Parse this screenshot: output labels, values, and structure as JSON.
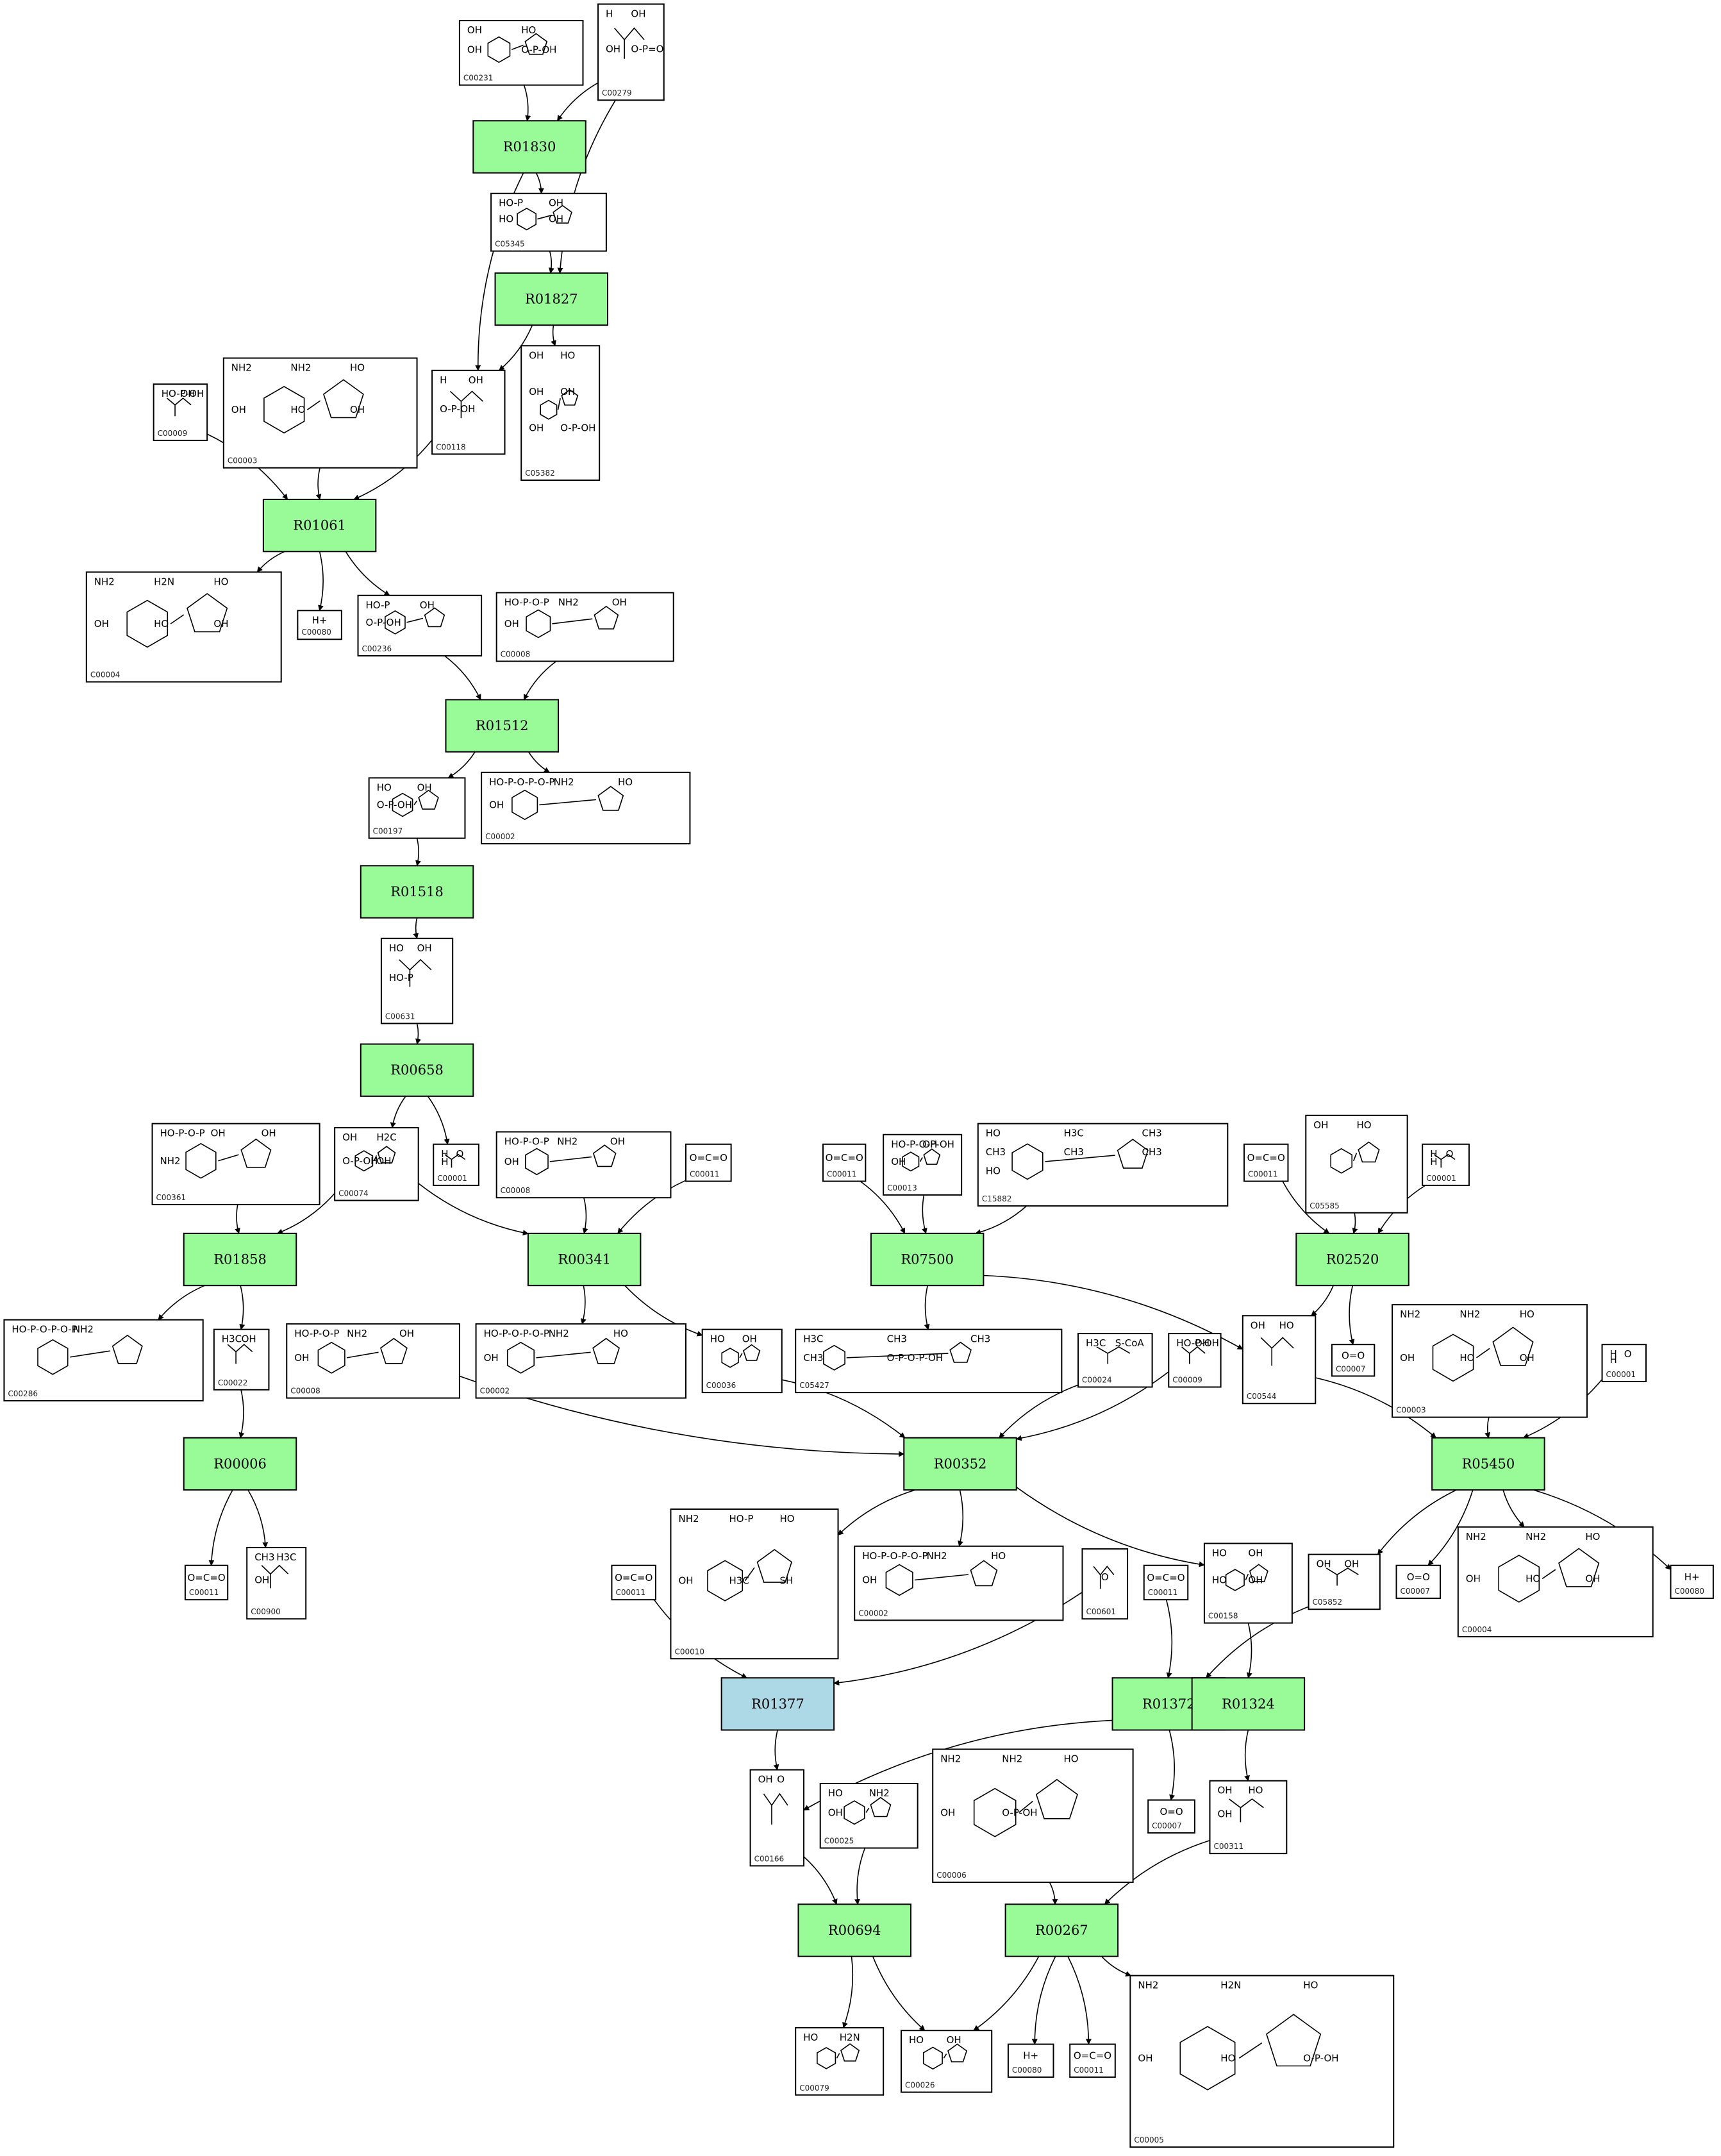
{
  "colors": {
    "reaction": "#98fb98",
    "reaction_highlight": "#add8e6",
    "line": "#000000",
    "background": "#ffffff"
  },
  "reactions": [
    {
      "id": "R01830",
      "label": "R01830",
      "highlight": false
    },
    {
      "id": "R01827",
      "label": "R01827",
      "highlight": false
    },
    {
      "id": "R01061",
      "label": "R01061",
      "highlight": false
    },
    {
      "id": "R01512",
      "label": "R01512",
      "highlight": false
    },
    {
      "id": "R01518",
      "label": "R01518",
      "highlight": false
    },
    {
      "id": "R00658",
      "label": "R00658",
      "highlight": false
    },
    {
      "id": "R01858",
      "label": "R01858",
      "highlight": false
    },
    {
      "id": "R00341",
      "label": "R00341",
      "highlight": false
    },
    {
      "id": "R07500",
      "label": "R07500",
      "highlight": false
    },
    {
      "id": "R02520",
      "label": "R02520",
      "highlight": false
    },
    {
      "id": "R00006",
      "label": "R00006",
      "highlight": false
    },
    {
      "id": "R00352",
      "label": "R00352",
      "highlight": false
    },
    {
      "id": "R05450",
      "label": "R05450",
      "highlight": false
    },
    {
      "id": "R01377",
      "label": "R01377",
      "highlight": true
    },
    {
      "id": "R01372",
      "label": "R01372",
      "highlight": false
    },
    {
      "id": "R01324",
      "label": "R01324",
      "highlight": false
    },
    {
      "id": "R00694",
      "label": "R00694",
      "highlight": false
    },
    {
      "id": "R00267",
      "label": "R00267",
      "highlight": false
    }
  ],
  "compounds": [
    {
      "key": "c00231",
      "id": "C00231",
      "text": [
        "OH",
        "HO",
        "OH",
        "O-P-OH"
      ]
    },
    {
      "key": "c00279",
      "id": "C00279",
      "text": [
        "H",
        "OH",
        "OH",
        "O-P=O"
      ]
    },
    {
      "key": "c05345",
      "id": "C05345",
      "text": [
        "HO-P",
        "OH",
        "HO",
        "OH"
      ]
    },
    {
      "key": "c00118",
      "id": "C00118",
      "text": [
        "H",
        "OH",
        "O-P-OH"
      ]
    },
    {
      "key": "c05382",
      "id": "C05382",
      "text": [
        "OH",
        "HO",
        "OH",
        "OH",
        "OH",
        "O-P-OH"
      ]
    },
    {
      "key": "c00009a",
      "id": "C00009",
      "text": [
        "HO-P-OH",
        "OH"
      ]
    },
    {
      "key": "c00003a",
      "id": "C00003",
      "text": [
        "NH2",
        "NH2",
        "HO",
        "OH",
        "HO",
        "OH"
      ]
    },
    {
      "key": "c00004a",
      "id": "C00004",
      "text": [
        "NH2",
        "H2N",
        "HO",
        "OH",
        "HO",
        "OH"
      ]
    },
    {
      "key": "c00080a",
      "id": "C00080",
      "text": [
        "H+"
      ]
    },
    {
      "key": "c00236",
      "id": "C00236",
      "text": [
        "HO-P",
        "OH",
        "O-P-OH"
      ]
    },
    {
      "key": "c00008a",
      "id": "C00008",
      "text": [
        "HO-P-O-P",
        "NH2",
        "OH",
        "OH"
      ]
    },
    {
      "key": "c00197",
      "id": "C00197",
      "text": [
        "HO",
        "OH",
        "O-P-OH"
      ]
    },
    {
      "key": "c00002a",
      "id": "C00002",
      "text": [
        "HO-P-O-P-O-P",
        "NH2",
        "HO",
        "OH"
      ]
    },
    {
      "key": "c00631",
      "id": "C00631",
      "text": [
        "HO",
        "OH",
        "HO-P"
      ]
    },
    {
      "key": "c00361",
      "id": "C00361",
      "text": [
        "HO-P-O-P",
        "OH",
        "OH",
        "NH2"
      ]
    },
    {
      "key": "c00074",
      "id": "C00074",
      "text": [
        "OH",
        "H2C",
        "O-P-OH",
        "OH"
      ]
    },
    {
      "key": "c00001a",
      "id": "C00001",
      "text": [
        "H",
        "O",
        "H"
      ]
    },
    {
      "key": "c00008b",
      "id": "C00008",
      "text": [
        "HO-P-O-P",
        "NH2",
        "OH",
        "OH"
      ]
    },
    {
      "key": "c00011a",
      "id": "C00011",
      "text": [
        "O=C=O"
      ]
    },
    {
      "key": "c00011b",
      "id": "C00011",
      "text": [
        "O=C=O"
      ]
    },
    {
      "key": "c00013",
      "id": "C00013",
      "text": [
        "HO-P-O-P-OH",
        "OH",
        "OH"
      ]
    },
    {
      "key": "c15882",
      "id": "C15882",
      "text": [
        "HO",
        "H3C",
        "CH3",
        "CH3",
        "CH3",
        "CH3",
        "HO"
      ]
    },
    {
      "key": "c00011c",
      "id": "C00011",
      "text": [
        "O=C=O"
      ]
    },
    {
      "key": "c05585",
      "id": "C05585",
      "text": [
        "OH",
        "HO"
      ]
    },
    {
      "key": "c00001b",
      "id": "C00001",
      "text": [
        "H",
        "O",
        "H"
      ]
    },
    {
      "key": "c00286",
      "id": "C00286",
      "text": [
        "HO-P-O-P-O-P",
        "NH2"
      ]
    },
    {
      "key": "c00022",
      "id": "C00022",
      "text": [
        "H3C",
        "OH"
      ]
    },
    {
      "key": "c00008c",
      "id": "C00008",
      "text": [
        "HO-P-O-P",
        "NH2",
        "OH",
        "OH"
      ]
    },
    {
      "key": "c00002b",
      "id": "C00002",
      "text": [
        "HO-P-O-P-O-P",
        "NH2",
        "HO",
        "OH"
      ]
    },
    {
      "key": "c00036",
      "id": "C00036",
      "text": [
        "HO",
        "OH"
      ]
    },
    {
      "key": "c05427",
      "id": "C05427",
      "text": [
        "H3C",
        "CH3",
        "CH3",
        "CH3",
        "O-P-O-P-OH"
      ]
    },
    {
      "key": "c00024",
      "id": "C00024",
      "text": [
        "H3C",
        "S-CoA"
      ]
    },
    {
      "key": "c00009b",
      "id": "C00009",
      "text": [
        "HO-P-OH",
        "OH"
      ]
    },
    {
      "key": "c00544",
      "id": "C00544",
      "text": [
        "OH",
        "HO"
      ]
    },
    {
      "key": "c00007a",
      "id": "C00007",
      "text": [
        "O=O"
      ]
    },
    {
      "key": "c00003b",
      "id": "C00003",
      "text": [
        "NH2",
        "NH2",
        "HO",
        "OH",
        "HO",
        "OH"
      ]
    },
    {
      "key": "c00001c",
      "id": "C00001",
      "text": [
        "H",
        "O",
        "H"
      ]
    },
    {
      "key": "c00011d",
      "id": "C00011",
      "text": [
        "O=C=O"
      ]
    },
    {
      "key": "c00900",
      "id": "C00900",
      "text": [
        "CH3",
        "H3C",
        "OH"
      ]
    },
    {
      "key": "c00010",
      "id": "C00010",
      "text": [
        "NH2",
        "HO-P",
        "HO",
        "OH",
        "H3C",
        "SH"
      ]
    },
    {
      "key": "c00002c",
      "id": "C00002",
      "text": [
        "HO-P-O-P-O-P",
        "NH2",
        "HO",
        "OH"
      ]
    },
    {
      "key": "c00601",
      "id": "C00601",
      "text": [
        "O"
      ]
    },
    {
      "key": "c00011e",
      "id": "C00011",
      "text": [
        "O=C=O"
      ]
    },
    {
      "key": "c00158",
      "id": "C00158",
      "text": [
        "HO",
        "OH",
        "HO",
        "OH"
      ]
    },
    {
      "key": "c05852",
      "id": "C05852",
      "text": [
        "OH",
        "OH"
      ]
    },
    {
      "key": "c00007b",
      "id": "C00007",
      "text": [
        "O=O"
      ]
    },
    {
      "key": "c00004b",
      "id": "C00004",
      "text": [
        "NH2",
        "NH2",
        "HO",
        "OH",
        "HO",
        "OH"
      ]
    },
    {
      "key": "c00080b",
      "id": "C00080",
      "text": [
        "H+"
      ]
    },
    {
      "key": "c00011f",
      "id": "C00011",
      "text": [
        "O=C=O"
      ]
    },
    {
      "key": "c00166",
      "id": "C00166",
      "text": [
        "OH",
        "O"
      ]
    },
    {
      "key": "c00025",
      "id": "C00025",
      "text": [
        "HO",
        "NH2",
        "OH"
      ]
    },
    {
      "key": "c00006",
      "id": "C00006",
      "text": [
        "NH2",
        "NH2",
        "HO",
        "OH",
        "O-P-OH"
      ]
    },
    {
      "key": "c00007c",
      "id": "C00007",
      "text": [
        "O=O"
      ]
    },
    {
      "key": "c00311",
      "id": "C00311",
      "text": [
        "OH",
        "HO",
        "OH"
      ]
    },
    {
      "key": "c00079",
      "id": "C00079",
      "text": [
        "HO",
        "H2N"
      ]
    },
    {
      "key": "c00026",
      "id": "C00026",
      "text": [
        "HO",
        "OH"
      ]
    },
    {
      "key": "c00080c",
      "id": "C00080",
      "text": [
        "H+"
      ]
    },
    {
      "key": "c00011g",
      "id": "C00011",
      "text": [
        "O=C=O"
      ]
    },
    {
      "key": "c00005",
      "id": "C00005",
      "text": [
        "NH2",
        "H2N",
        "HO",
        "OH",
        "HO",
        "O-P-OH"
      ]
    }
  ]
}
